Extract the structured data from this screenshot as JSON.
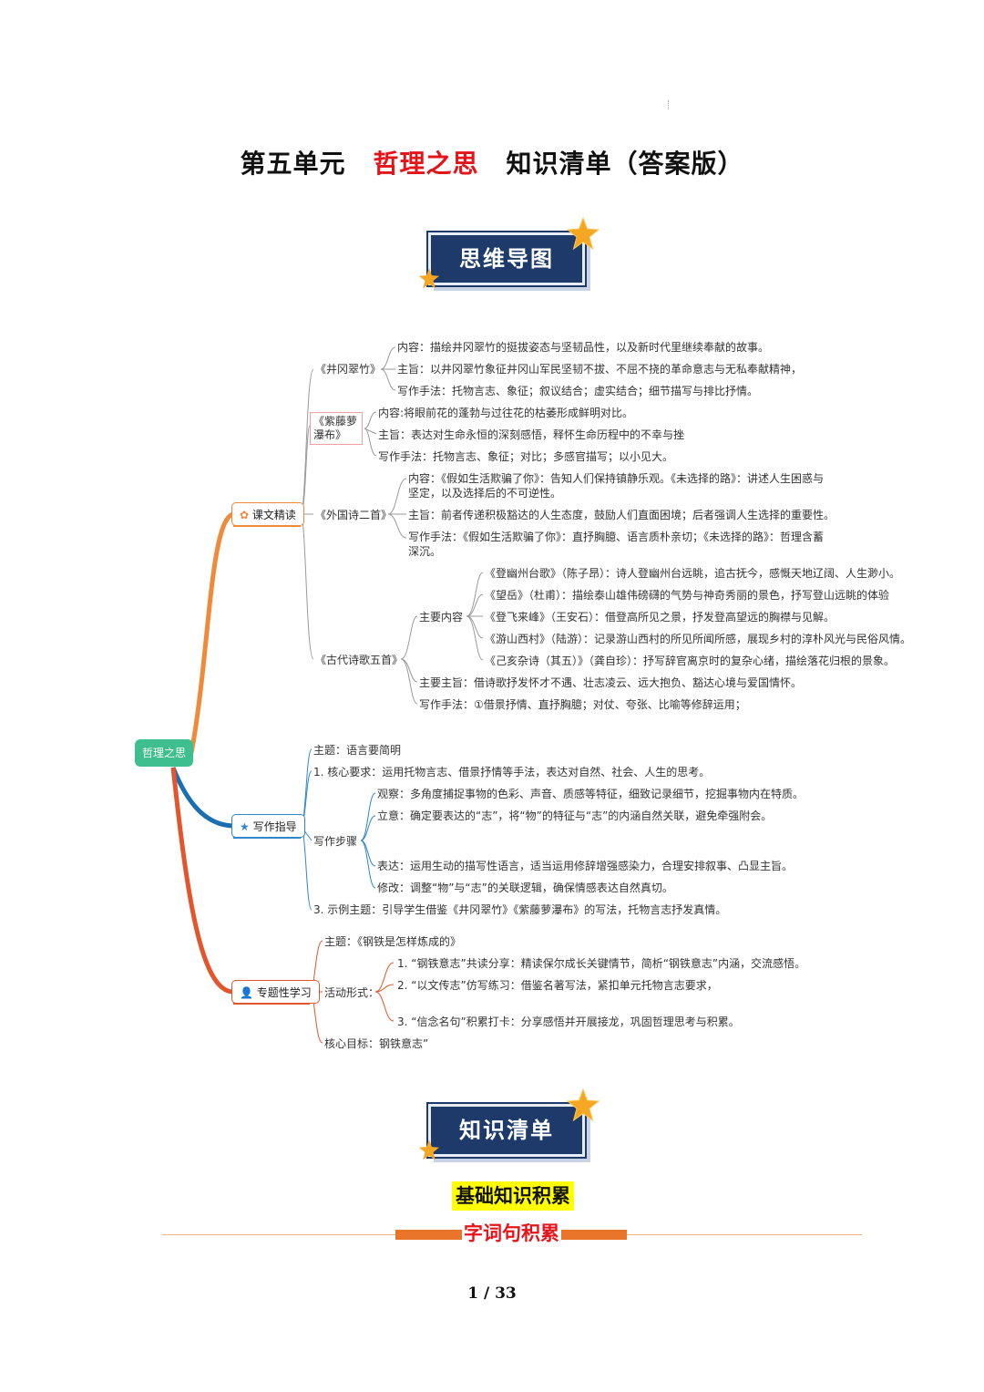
{
  "header": {
    "title_part1": "第五单元",
    "title_part2": "哲理之思",
    "title_part3": "知识清单（答案版）"
  },
  "banners": {
    "mindmap": "思维导图",
    "checklist": "知识清单"
  },
  "mindmap": {
    "root": "哲理之思",
    "kewen": {
      "label": "课文精读",
      "jinggang": {
        "title": "《井冈翠竹》",
        "content": "内容：描绘井冈翠竹的挺拔姿态与坚韧品性，以及新时代里继续奉献的故事。",
        "theme": "主旨：以井冈翠竹象征井冈山军民坚韧不拔、不屈不挠的革命意志与无私奉献精神，",
        "method": "写作手法：托物言志、象征；叙议结合；虚实结合；细节描写与排比抒情。"
      },
      "ziteng": {
        "title": "《紫藤萝瀑布》",
        "content": "内容:将眼前花的蓬勃与过往花的枯萎形成鲜明对比。",
        "theme": "主旨：表达对生命永恒的深刻感悟，释怀生命历程中的不幸与挫",
        "method": "写作手法：托物言志、象征；对比；多感官描写；以小见大。"
      },
      "waiguo": {
        "title": "《外国诗二首》",
        "content_1": "内容：《假如生活欺骗了你》：告知人们保持镇静乐观。《未选择的路》：讲述人生困惑与",
        "content_2": "坚定，以及选择后的不可逆性。",
        "theme": "主旨：前者传递积极豁达的人生态度，鼓励人们直面困境；后者强调人生选择的重要性。",
        "method_1": "写作手法：《假如生活欺骗了你》：直抒胸臆、语言质朴亲切；《未选择的路》：哲理含蓄",
        "method_2": "深沉。"
      },
      "gudai": {
        "title": "《古代诗歌五首》",
        "main_label": "主要内容",
        "poems": [
          "《登幽州台歌》（陈子昂）：诗人登幽州台远眺，追古抚今，感慨天地辽阔、人生渺小。",
          "《望岳》（杜甫）：描绘泰山雄伟磅礴的气势与神奇秀丽的景色，抒写登山远眺的体验",
          "《登飞来峰》（王安石）：借登高所见之景，抒发登高望远的胸襟与见解。",
          "《游山西村》（陆游）：记录游山西村的所见所闻所感，展现乡村的淳朴风光与民俗风情。",
          "《己亥杂诗（其五）》（龚自珍）：抒写辞官离京时的复杂心绪，描绘落花归根的景象。"
        ],
        "theme": "主要主旨：借诗歌抒发怀才不遇、壮志凌云、远大抱负、豁达心境与爱国情怀。",
        "method": "写作手法：①借景抒情、直抒胸臆；对仗、夸张、比喻等修辞运用；"
      }
    },
    "xiezuo": {
      "label": "写作指导",
      "theme": "主题：语言要简明",
      "core": "1. 核心要求：运用托物言志、借景抒情等手法，表达对自然、社会、人生的思考。",
      "steps_label": "写作步骤",
      "steps": [
        "观察：多角度捕捉事物的色彩、声音、质感等特征，细致记录细节，挖掘事物内在特质。",
        "立意：确定要表达的“志”，将“物”的特征与“志”的内涵自然关联，避免牵强附会。",
        "表达：运用生动的描写性语言，适当运用修辞增强感染力，合理安排叙事、凸显主旨。",
        "修改：调整“物”与“志”的关联逻辑，确保情感表达自然真切。"
      ],
      "example": "3. 示例主题：引导学生借鉴《井冈翠竹》《紫藤萝瀑布》的写法，托物言志抒发真情。"
    },
    "zhuanti": {
      "label": "专题性学习",
      "theme": "主题：《钢铁是怎样炼成的》",
      "activity_label": "活动形式：",
      "activities": [
        "1. “钢铁意志”共读分享：精读保尔成长关键情节，简析“钢铁意志”内涵，交流感悟。",
        "2. “以文传志”仿写练习：借鉴名著写法，紧扣单元托物言志要求，",
        "3. “信念名句”积累打卡：分享感悟并开展接龙，巩固哲理思考与积累。"
      ],
      "goal": "核心目标：钢铁意志”"
    }
  },
  "sections": {
    "basic": "基础知识积累",
    "words": "字词句积累"
  },
  "footer": {
    "page": "1 / 33"
  },
  "colors": {
    "title_red": "#e4141b",
    "banner_navy": "#1d3a6b",
    "branch_orange": "#f08a3a",
    "branch_blue": "#2f86c9",
    "branch_red": "#e2552d",
    "root_green": "#3fbf8f"
  }
}
